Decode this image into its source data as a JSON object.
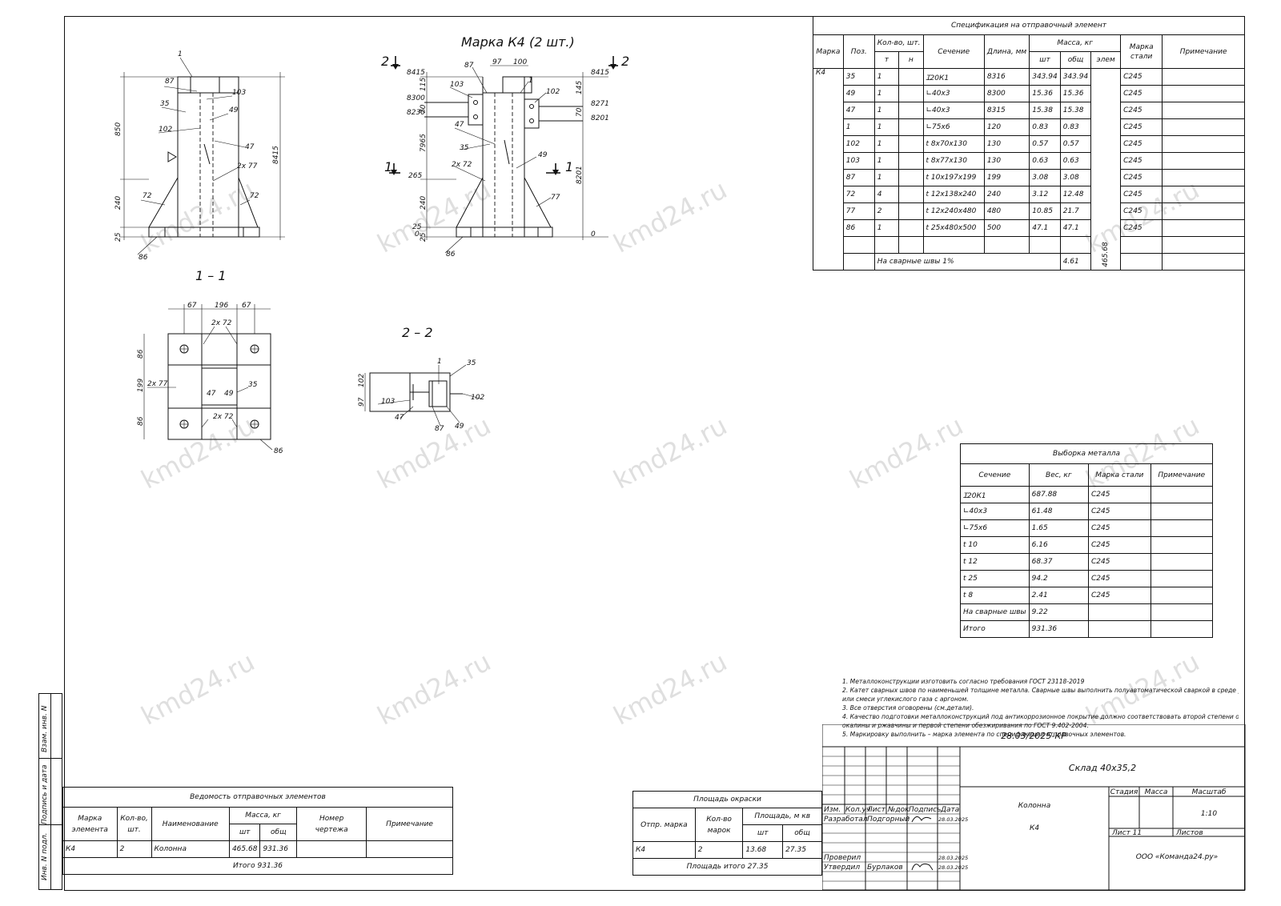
{
  "drawing_title": "Марка К4 (2 шт.)",
  "section_1": "1 – 1",
  "section_2": "2 – 2",
  "cut_marks": {
    "two": "2",
    "one": "1"
  },
  "elev_left": {
    "labels": [
      "1",
      "87",
      "103",
      "35",
      "49",
      "102",
      "47",
      "2х 77",
      "72",
      "72",
      "86"
    ],
    "dims": [
      "850",
      "240",
      "25",
      "8415"
    ]
  },
  "elev_right": {
    "top_dims": [
      "97",
      "100"
    ],
    "level_left": [
      "8415",
      "8300",
      "8230",
      "265",
      "25",
      "0"
    ],
    "level_right": [
      "8415",
      "8271",
      "8201",
      "0"
    ],
    "vert_dims": [
      "115",
      "70",
      "7965",
      "240",
      "25",
      "145",
      "70",
      "8201"
    ],
    "labels": [
      "87",
      "1",
      "103",
      "102",
      "47",
      "35",
      "49",
      "2х 72",
      "77",
      "86"
    ]
  },
  "sec11": {
    "dims": [
      "67",
      "196",
      "67",
      "86",
      "199",
      "86"
    ],
    "labels": [
      "2х 72",
      "2х 77",
      "47",
      "49",
      "35",
      "2х 72",
      "86"
    ]
  },
  "sec22": {
    "dims": [
      "102",
      "97"
    ],
    "labels": [
      "1",
      "35",
      "103",
      "102",
      "47",
      "87",
      "49"
    ]
  },
  "spec": {
    "title": "Спецификация на отправочный элемент",
    "h_marka": "Марка",
    "h_poz": "Поз.",
    "h_kol": "Кол-во, шт.",
    "h_t": "т",
    "h_n": "н",
    "h_sech": "Сечение",
    "h_dl": "Длина, мм",
    "h_massa": "Масса, кг",
    "h_sht": "шт",
    "h_obsh": "общ",
    "h_elem": "элем",
    "h_stal1": "Марка",
    "h_stal2": "стали",
    "h_prim": "Примечание",
    "marka": "К4",
    "elem_mass": "465.68",
    "rows": [
      {
        "poz": "35",
        "kol": "1",
        "sech": "Ɪ20К1",
        "dl": "8316",
        "m1": "343.94",
        "m2": "343.94",
        "st": "С245"
      },
      {
        "poz": "49",
        "kol": "1",
        "sech": "∟40х3",
        "dl": "8300",
        "m1": "15.36",
        "m2": "15.36",
        "st": "С245"
      },
      {
        "poz": "47",
        "kol": "1",
        "sech": "∟40х3",
        "dl": "8315",
        "m1": "15.38",
        "m2": "15.38",
        "st": "С245"
      },
      {
        "poz": "1",
        "kol": "1",
        "sech": "∟75х6",
        "dl": "120",
        "m1": "0.83",
        "m2": "0.83",
        "st": "С245"
      },
      {
        "poz": "102",
        "kol": "1",
        "sech": "t 8х70х130",
        "dl": "130",
        "m1": "0.57",
        "m2": "0.57",
        "st": "С245"
      },
      {
        "poz": "103",
        "kol": "1",
        "sech": "t 8х77х130",
        "dl": "130",
        "m1": "0.63",
        "m2": "0.63",
        "st": "С245"
      },
      {
        "poz": "87",
        "kol": "1",
        "sech": "t 10х197х199",
        "dl": "199",
        "m1": "3.08",
        "m2": "3.08",
        "st": "С245"
      },
      {
        "poz": "72",
        "kol": "4",
        "sech": "t 12х138х240",
        "dl": "240",
        "m1": "3.12",
        "m2": "12.48",
        "st": "С245"
      },
      {
        "poz": "77",
        "kol": "2",
        "sech": "t 12х240х480",
        "dl": "480",
        "m1": "10.85",
        "m2": "21.7",
        "st": "С245"
      },
      {
        "poz": "86",
        "kol": "1",
        "sech": "t 25х480х500",
        "dl": "500",
        "m1": "47.1",
        "m2": "47.1",
        "st": "С245"
      }
    ],
    "weld_label": "На сварные швы 1%",
    "weld_value": "4.61"
  },
  "vyborka": {
    "title": "Выборка металла",
    "h_sech": "Сечение",
    "h_ves": "Вес, кг",
    "h_stal": "Марка стали",
    "h_prim": "Примечание",
    "rows": [
      {
        "s": "Ɪ20К1",
        "v": "687.88",
        "m": "С245"
      },
      {
        "s": "∟40х3",
        "v": "61.48",
        "m": "С245"
      },
      {
        "s": "∟75х6",
        "v": "1.65",
        "m": "С245"
      },
      {
        "s": "t 10",
        "v": "6.16",
        "m": "С245"
      },
      {
        "s": "t 12",
        "v": "68.37",
        "m": "С245"
      },
      {
        "s": "t 25",
        "v": "94.2",
        "m": "С245"
      },
      {
        "s": "t 8",
        "v": "2.41",
        "m": "С245"
      }
    ],
    "weld_label": "На сварные швы",
    "weld_value": "9.22",
    "total_label": "Итого",
    "total_value": "931.36"
  },
  "notes": [
    "1. Металлоконструкции изготовить согласно требования ГОСТ 23118-2019",
    "2. Катет сварных швов по наименьшей толщине металла. Сварные швы выполнить полуавтоматической сваркой в среде углекислого газа",
    "или смеси углекислого газа с аргоном.",
    "3. Все отверстия оговорены (см.детали).",
    "4. Качество подготовки металлоконструкций под антикоррозионное покрытие должно соответствовать второй степени очистки от",
    "окалины и ржавчины и первой степени обезжиривания по ГОСТ 9.402-2004.",
    "5. Маркировку выполнить – марка элемента по спецификации отправочных элементов."
  ],
  "vedomost": {
    "title": "Ведомость отправочных элементов",
    "h_marka1": "Марка",
    "h_marka2": "элемента",
    "h_kol1": "Кол-во,",
    "h_kol2": "шт.",
    "h_name": "Наименование",
    "h_massa": "Масса, кг",
    "h_sht": "шт",
    "h_obsh": "общ",
    "h_nom1": "Номер",
    "h_nom2": "чертежа",
    "h_prim": "Примечание",
    "row": {
      "marka": "К4",
      "kol": "2",
      "name": "Колонна",
      "sht": "465.68",
      "obsh": "931.36"
    },
    "total": "Итого   931.36"
  },
  "okraska": {
    "title": "Площадь окраски",
    "h_marka": "Отпр. марка",
    "h_kol1": "Кол-во",
    "h_kol2": "марок",
    "h_pl": "Площадь, м кв",
    "h_sht": "шт",
    "h_obsh": "общ",
    "row": {
      "marka": "К4",
      "kol": "2",
      "sht": "13.68",
      "obsh": "27.35"
    },
    "total": "Площадь итого   27.35"
  },
  "stamp": {
    "code": "28.03/2025-КР",
    "object": "Склад 40х35,2",
    "name1": "Колонна",
    "name2": "К4",
    "h_stadia": "Стадия",
    "h_massa": "Масса",
    "h_masht": "Масштаб",
    "scale": "1:10",
    "list": "Лист 11",
    "listov": "Листов",
    "org": "ООО «Команда24.ру»",
    "h_izm": "Изм.",
    "h_koluch": "Кол.уч",
    "h_list": "Лист",
    "h_ndok": "№док",
    "h_podp": "Подпись",
    "h_data": "Дата",
    "r1_role": "Разработал",
    "r1_name": "Подгорный",
    "r1_date": "28.03.2025",
    "r2_role": "Проверил",
    "r2_date": "28.03.2025",
    "r3_role": "Утвердил",
    "r3_name": "Бурлаков",
    "r3_date": "28.03.2025"
  },
  "side_labels": [
    "Взам. инв. N",
    "Подпись и дата",
    "Инв. N подл."
  ],
  "watermark": "kmd24.ru"
}
